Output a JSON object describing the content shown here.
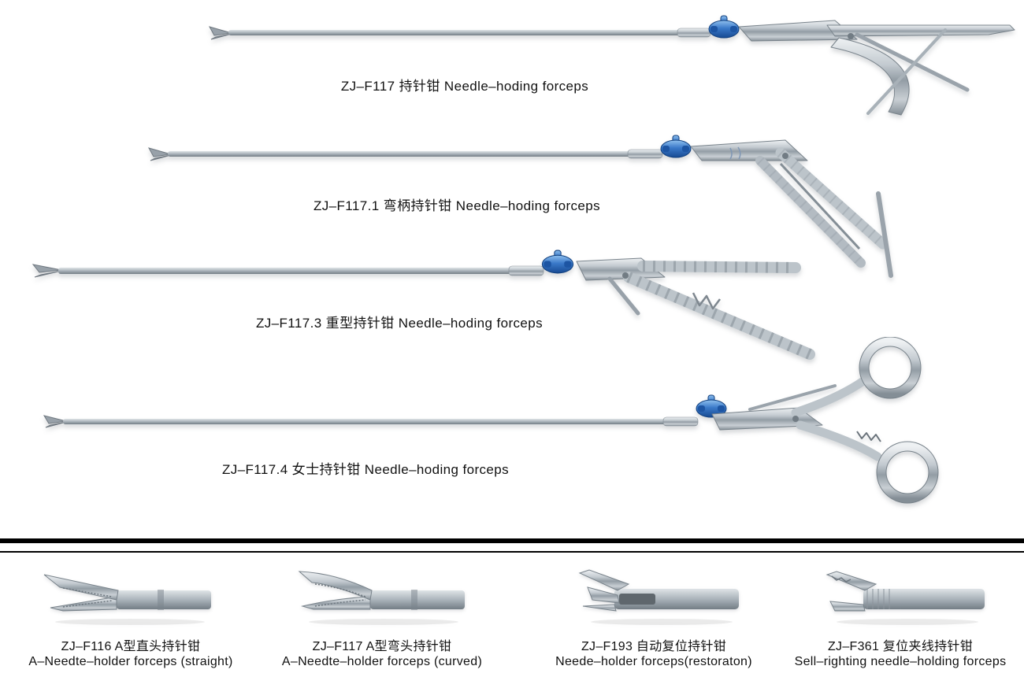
{
  "page": {
    "background": "#ffffff",
    "kind": "surgical instrument catalog page"
  },
  "colors": {
    "metal_light": "#eef1f3",
    "metal_mid": "#aab3ba",
    "metal_dark": "#737d85",
    "knob_blue": "#3a79c9",
    "divider": "#000000",
    "text": "#111111"
  },
  "main_instruments": [
    {
      "label": "ZJ–F117 持针钳 Needle–hoding forceps"
    },
    {
      "label": "ZJ–F117.1 弯柄持针钳 Needle–hoding forceps"
    },
    {
      "label": "ZJ–F117.3 重型持针钳 Needle–hoding forceps"
    },
    {
      "label": "ZJ–F117.4 女士持针钳 Needle–hoding forceps"
    }
  ],
  "tip_variants": [
    {
      "label_cn": "ZJ–F116 A型直头持针钳",
      "label_en": "A–Needte–holder forceps (straight)"
    },
    {
      "label_cn": "ZJ–F117 A型弯头持针钳",
      "label_en": "A–Needte–holder forceps (curved)"
    },
    {
      "label_cn": "ZJ–F193 自动复位持针钳",
      "label_en": "Neede–holder forceps(restoraton)"
    },
    {
      "label_cn": "ZJ–F361 复位夹线持针钳",
      "label_en": "Sell–righting needle–holding forceps"
    }
  ]
}
